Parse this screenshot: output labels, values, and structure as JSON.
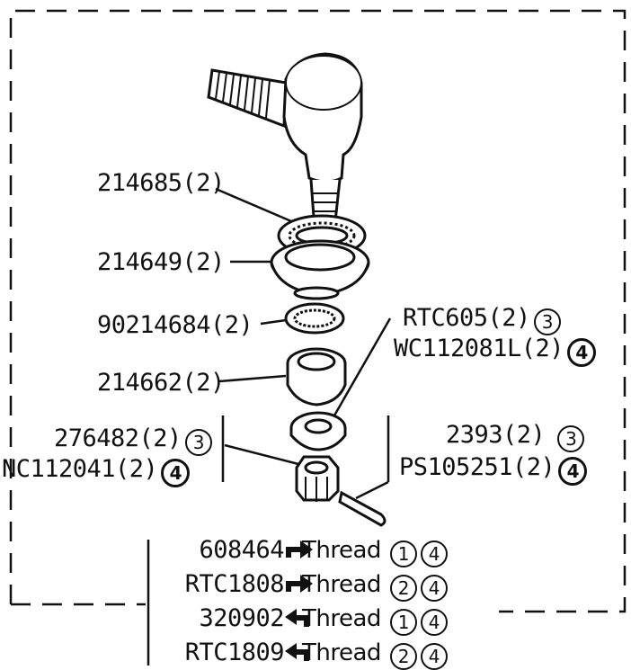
{
  "parts": {
    "p214685": "214685(2)",
    "p214649": "214649(2)",
    "p90214684": "90214684(2)",
    "p214662": "214662(2)",
    "p276482": "276482(2)",
    "pNC112041": "NC112041(2)",
    "pRTC605": "RTC605(2)",
    "pWC112081L": "WC112081L(2)",
    "p2393": "2393(2)",
    "pPS105251": "PS105251(2)"
  },
  "markers": {
    "three": "3",
    "four": "4"
  },
  "thread_table": [
    {
      "part": "608464",
      "direction": "right-arrow-icon",
      "word": "Thread",
      "n1": "1",
      "n2": "4"
    },
    {
      "part": "RTC1808",
      "direction": "right-arrow-icon",
      "word": "Thread",
      "n1": "2",
      "n2": "4"
    },
    {
      "part": "320902",
      "direction": "left-arrow-icon",
      "word": "Thread",
      "n1": "1",
      "n2": "4"
    },
    {
      "part": "RTC1809",
      "direction": "left-arrow-icon",
      "word": "Thread",
      "n1": "2",
      "n2": "4"
    }
  ]
}
